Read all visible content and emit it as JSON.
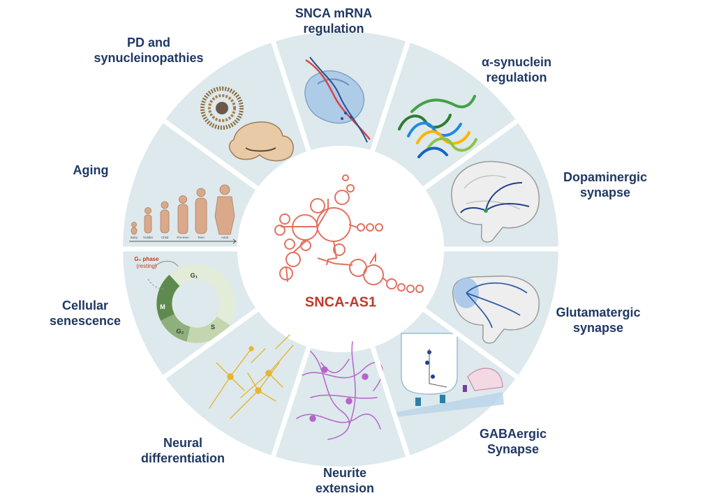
{
  "center": {
    "label": "SNCA-AS1"
  },
  "segments": [
    {
      "id": "snca-mrna",
      "label": "SNCA mRNA\nregulation",
      "icon": "mrna-ribosome-icon"
    },
    {
      "id": "alpha-syn",
      "label": "α-synuclein\nregulation",
      "icon": "protein-fibril-icon"
    },
    {
      "id": "dopaminergic",
      "label": "Dopaminergic\nsynapse",
      "icon": "brain-dopamine-pathway-icon"
    },
    {
      "id": "glutamatergic",
      "label": "Glutamatergic\nsynapse",
      "icon": "brain-glutamate-pathway-icon"
    },
    {
      "id": "gabaergic",
      "label": "GABAergic\nSynapse",
      "icon": "synapse-diagram-icon"
    },
    {
      "id": "neurite",
      "label": "Neurite\nextension",
      "icon": "neurite-network-icon"
    },
    {
      "id": "neural-diff",
      "label": "Neural\ndifferentiation",
      "icon": "neuron-tree-icon"
    },
    {
      "id": "senescence",
      "label": "Cellular\nsenescence",
      "icon": "cell-cycle-icon"
    },
    {
      "id": "aging",
      "label": "Aging",
      "icon": "human-aging-icon"
    },
    {
      "id": "pd",
      "label": "PD and\nsynucleinopathies",
      "icon": "lewy-body-midbrain-icon"
    }
  ],
  "cell_cycle": {
    "g0_phase": "G₀ phase",
    "resting": "(resting)",
    "phases": [
      "G₁",
      "S",
      "G₂",
      "M"
    ]
  },
  "aging_stages": [
    "Baby",
    "Toddler",
    "Child",
    "Pre-teen",
    "Teen",
    "Adult"
  ],
  "colors": {
    "segment_fill": "#dde9ec",
    "label": "#1f3864",
    "center": "#c0392b",
    "neurite": "#b565c9",
    "neuron": "#e8b530",
    "cycle_dark": "#5e8a4f",
    "cycle_light": "#e3ecd8"
  }
}
